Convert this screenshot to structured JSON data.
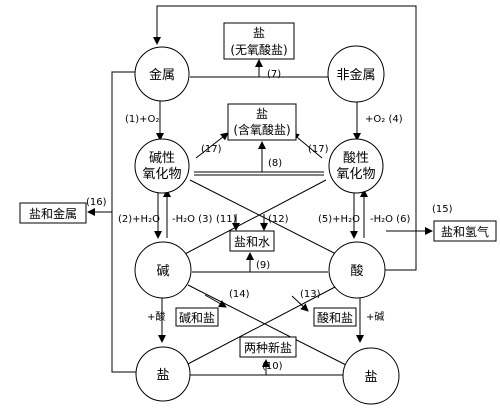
{
  "nodes": {
    "metal": "金属",
    "nonmetal": "非金属",
    "basic_oxide_line1": "碱性",
    "basic_oxide_line2": "氧化物",
    "acidic_oxide_line1": "酸性",
    "acidic_oxide_line2": "氧化物",
    "base": "碱",
    "acid": "酸",
    "salt_left": "盐",
    "salt_right": "盐"
  },
  "boxes": {
    "salt_anaerobic_line1": "盐",
    "salt_anaerobic_line2": "(无氧酸盐)",
    "salt_oxy_line1": "盐",
    "salt_oxy_line2": "(含氧酸盐)",
    "salt_water": "盐和水",
    "salt_metal": "盐和金属",
    "salt_hydrogen": "盐和氢气",
    "base_salt": "碱和盐",
    "acid_salt": "酸和盐",
    "two_new_salts": "两种新盐"
  },
  "labels": {
    "r1": "(1)+O₂",
    "r2": "(2)+H₂O",
    "r3": "-H₂O (3)",
    "r4": "+O₂ (4)",
    "r5": "(5)+H₂O",
    "r6": "-H₂O (6)",
    "r7": "(7)",
    "r8": "(8)",
    "r9": "(9)",
    "r10": "(10)",
    "r11": "(11)",
    "r12": "(12)",
    "r13": "(13)",
    "r14": "(14)",
    "r15": "(15)",
    "r16": "(16)",
    "r17_left": "(17)",
    "r17_right": "(17)",
    "plus_acid": "+酸",
    "plus_base": "+碱"
  }
}
